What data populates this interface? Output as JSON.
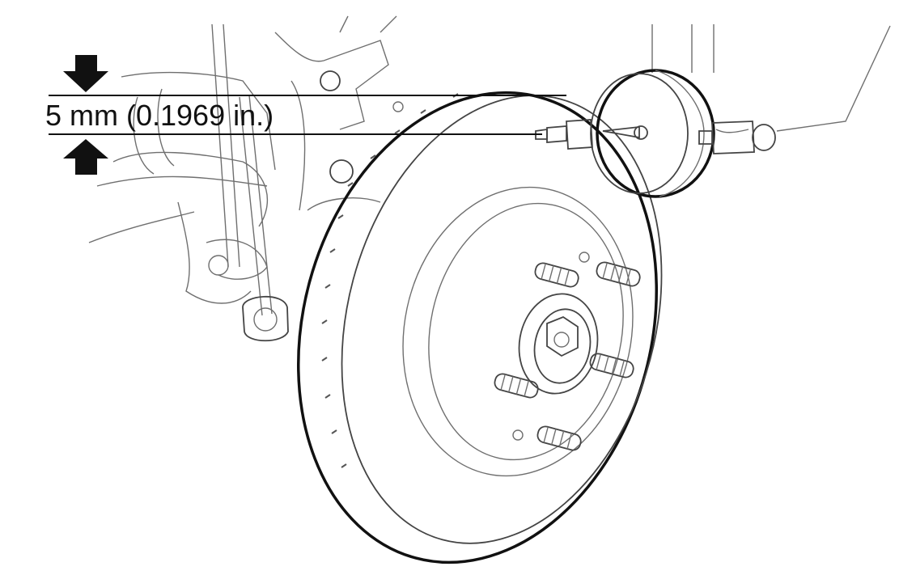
{
  "diagram": {
    "measurement_label": "5 mm (0.1969 in.)",
    "colors": {
      "line": "#111111",
      "detail": "#6f6f6f",
      "background": "#ffffff"
    },
    "parts": [
      "brake-disc",
      "wheel-hub",
      "wheel-studs",
      "dial-indicator",
      "steering-knuckle",
      "stabilizer-link"
    ]
  }
}
